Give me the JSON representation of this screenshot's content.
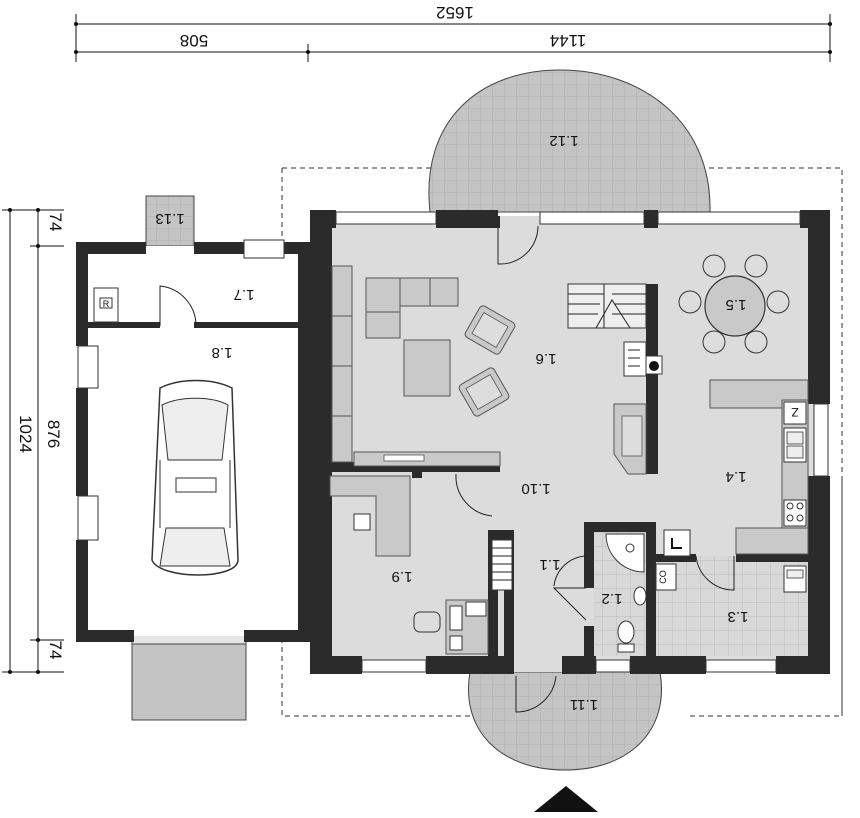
{
  "dimensions": {
    "total_width": "1652",
    "left_width": "508",
    "right_width": "1144",
    "total_height": "1024",
    "inner_height": "876",
    "top_wall": "74",
    "bottom_wall": "74"
  },
  "rooms": [
    {
      "id": "r11",
      "label": "1.1"
    },
    {
      "id": "r12",
      "label": "1.2"
    },
    {
      "id": "r13",
      "label": "1.3"
    },
    {
      "id": "r14",
      "label": "1.4"
    },
    {
      "id": "r15",
      "label": "1.5"
    },
    {
      "id": "r16",
      "label": "1.6"
    },
    {
      "id": "r17",
      "label": "1.7"
    },
    {
      "id": "r18",
      "label": "1.8"
    },
    {
      "id": "r19",
      "label": "1.9"
    },
    {
      "id": "r110",
      "label": "1.10"
    },
    {
      "id": "r111",
      "label": "1.11"
    },
    {
      "id": "r112",
      "label": "1.12"
    },
    {
      "id": "r113",
      "label": "1.13"
    }
  ],
  "symbols": {
    "boiler": "R",
    "fridge": "Z",
    "washer": "L",
    "co": "CO"
  },
  "colors": {
    "wall": "#2b2b2b",
    "floor": "#dcdcdc",
    "terrace": "#c4c4c4",
    "furniture": "#c9c9c9"
  }
}
